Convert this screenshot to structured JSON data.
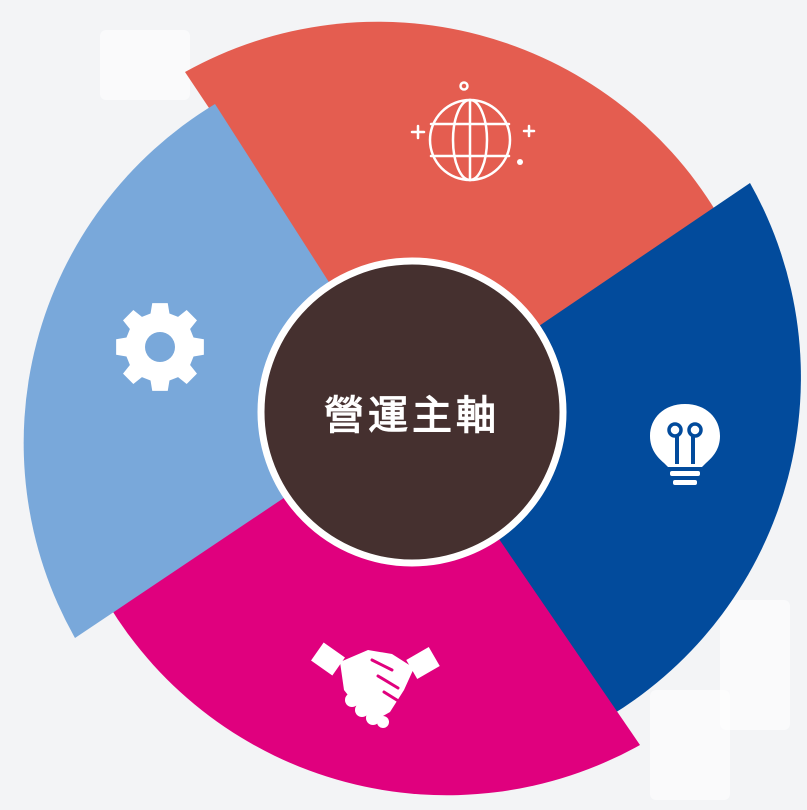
{
  "center": {
    "label": "營運主軸",
    "color": "#45302f",
    "border_color": "#ffffff"
  },
  "segments": [
    {
      "name": "globe-segment",
      "icon": "globe-icon",
      "color": "#e45d50"
    },
    {
      "name": "lightbulb-segment",
      "icon": "lightbulb-icon",
      "color": "#024b9c"
    },
    {
      "name": "handshake-segment",
      "icon": "handshake-icon",
      "color": "#e0007e"
    },
    {
      "name": "gear-segment",
      "icon": "gear-icon",
      "color": "#79a8da"
    }
  ],
  "background_color": "#f3f4f6",
  "icon_color": "#ffffff"
}
